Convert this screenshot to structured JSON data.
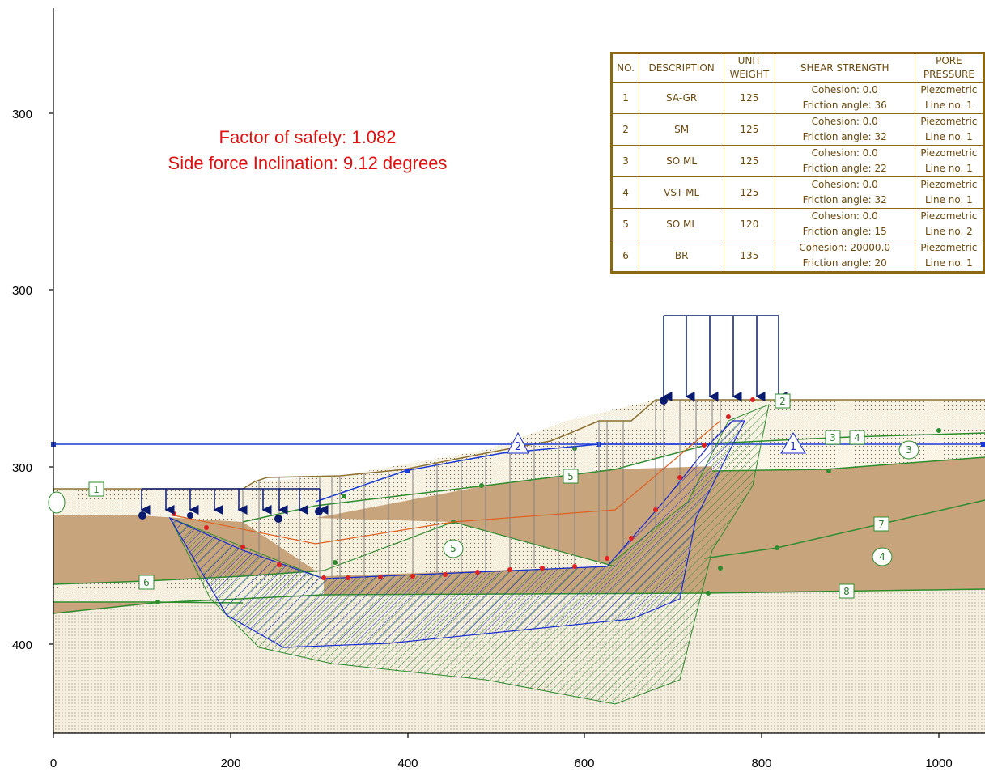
{
  "header": {
    "factor_of_safety": "Factor of safety: 1.082",
    "side_force": "Side force Inclination: 9.12 degrees"
  },
  "axes": {
    "x_ticks": [
      "0",
      "200",
      "400",
      "600",
      "800",
      "1000"
    ],
    "y_ticks": [
      "300",
      "300",
      "300",
      "400"
    ],
    "x_range": [
      0,
      1050
    ],
    "y_range": [
      250,
      450
    ]
  },
  "table": {
    "headers": [
      "NO.",
      "DESCRIPTION",
      "UNIT WEIGHT",
      "SHEAR STRENGTH",
      "PORE PRESSURE"
    ],
    "rows": [
      {
        "no": "1",
        "desc": "SA-GR",
        "unit": "125",
        "s1": "Cohesion: 0.0",
        "s2": "Friction angle: 36",
        "p1": "Piezometric",
        "p2": "Line no. 1"
      },
      {
        "no": "2",
        "desc": "SM",
        "unit": "125",
        "s1": "Cohesion: 0.0",
        "s2": "Friction angle: 32",
        "p1": "Piezometric",
        "p2": "Line no. 1"
      },
      {
        "no": "3",
        "desc": "SO ML",
        "unit": "125",
        "s1": "Cohesion: 0.0",
        "s2": "Friction angle: 22",
        "p1": "Piezometric",
        "p2": "Line no. 1"
      },
      {
        "no": "4",
        "desc": "VST ML",
        "unit": "125",
        "s1": "Cohesion: 0.0",
        "s2": "Friction angle: 32",
        "p1": "Piezometric",
        "p2": "Line no. 1"
      },
      {
        "no": "5",
        "desc": "SO ML",
        "unit": "120",
        "s1": "Cohesion: 0.0",
        "s2": "Friction angle: 15",
        "p1": "Piezometric",
        "p2": "Line no. 2"
      },
      {
        "no": "6",
        "desc": "BR",
        "unit": "135",
        "s1": "Cohesion: 20000.0",
        "s2": "Friction angle: 20",
        "p1": "Piezometric",
        "p2": "Line no. 1"
      }
    ]
  },
  "labels": {
    "boundary_boxes": [
      "1",
      "2",
      "3",
      "4",
      "5",
      "6",
      "7",
      "8"
    ],
    "material_circles": [
      "3",
      "4",
      "5"
    ],
    "piezo_triangles": [
      "1",
      "2"
    ]
  },
  "colors": {
    "soil_brown": "#c8a47c",
    "soil_light": "#f5efdc",
    "piezometric_line": "#1a3ad6",
    "boundary_green": "#2e8b2e",
    "slip_points": "#e02020",
    "load_arrows": "#0a1a6e",
    "header_text": "#e01010",
    "table_border": "#8b6914"
  }
}
